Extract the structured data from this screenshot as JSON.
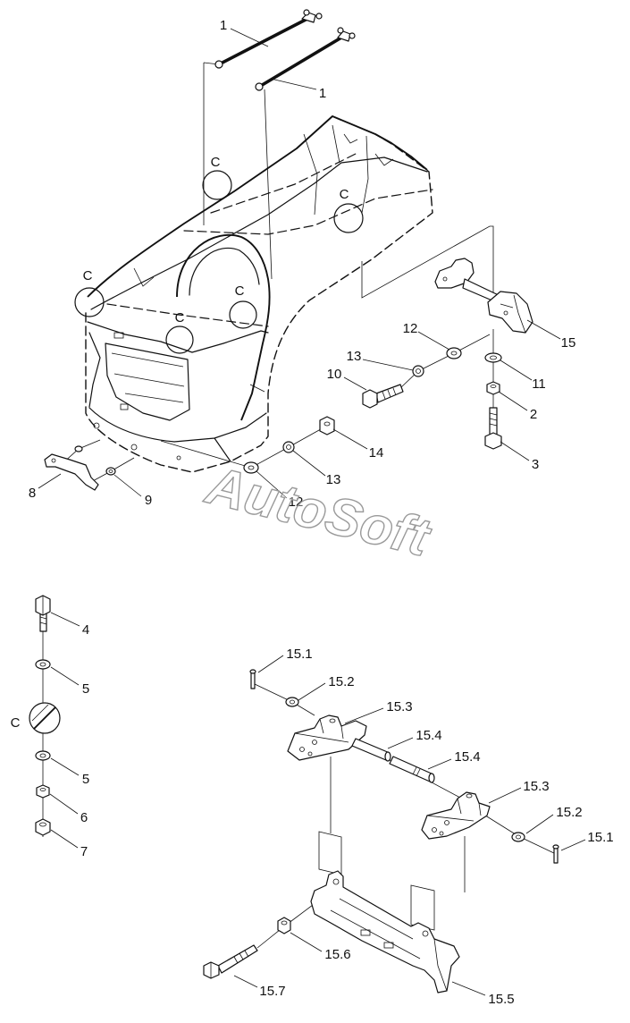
{
  "diagram": {
    "watermark": "AutoSoft",
    "upper_assembly": {
      "callouts": [
        "1",
        "1",
        "C",
        "C",
        "C",
        "C",
        "C",
        "15",
        "12",
        "13",
        "10",
        "11",
        "2",
        "3",
        "14",
        "13",
        "12",
        "8",
        "9"
      ]
    },
    "fastener_stack": {
      "callouts": [
        "4",
        "5",
        "C",
        "5",
        "6",
        "7"
      ]
    },
    "hinge_assembly": {
      "callouts": [
        "15.1",
        "15.2",
        "15.3",
        "15.4",
        "15.4",
        "15.3",
        "15.2",
        "15.1",
        "15.6",
        "15.7",
        "15.5"
      ]
    }
  }
}
